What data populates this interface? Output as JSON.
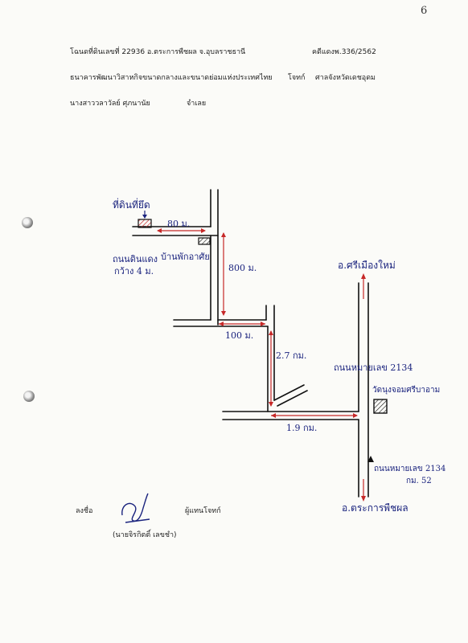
{
  "page_number": "6",
  "header": {
    "deed": "โฉนดที่ดินเลขที่ 22936  อ.ตระการพืชผล  จ.อุบลราชธานี",
    "case_no": "คดีแดงพ.336/2562",
    "plaintiff_name": "ธนาคารพัฒนาวิสาหกิจขนาดกลางและขนาดย่อมแห่งประเทศไทย",
    "plaintiff_role": "โจทก์",
    "court": "ศาลจังหวัดเดชอุดม",
    "defendant_name": "นางสาววลาวัลย์  ศุภนานัย",
    "defendant_role": "จำเลย"
  },
  "map": {
    "property_label": "ที่ดินที่ยึด",
    "dist_80m": "80 ม.",
    "dirt_road": [
      "ถนนดินแดง",
      "กว้าง 4 ม."
    ],
    "house_label": "บ้านพักอาศัย",
    "dist_800m": "800 ม.",
    "dist_100m": "100 ม.",
    "dist_2_7km": "2.7 กม.",
    "dist_1_9km": "1.9 กม.",
    "to_north": "อ.ศรีเมืองใหม่",
    "highway_label": "ถนนหมายเลข 2134",
    "temple_label": "วัดนุงจอมศรีบาอาม",
    "km_marker": [
      "ถนนหมายเลข 2134",
      "กม. 52"
    ],
    "to_south": "อ.ตระการพืชผล"
  },
  "signature": {
    "sign_label": "ลงชื่อ",
    "role": "ผู้แทนโจทก์",
    "name": "(นายจิรกิตติ์  เลขชำ)"
  },
  "colors": {
    "ink_blue": "#1a237e",
    "ink_red": "#c62828",
    "ink_black": "#111111"
  }
}
